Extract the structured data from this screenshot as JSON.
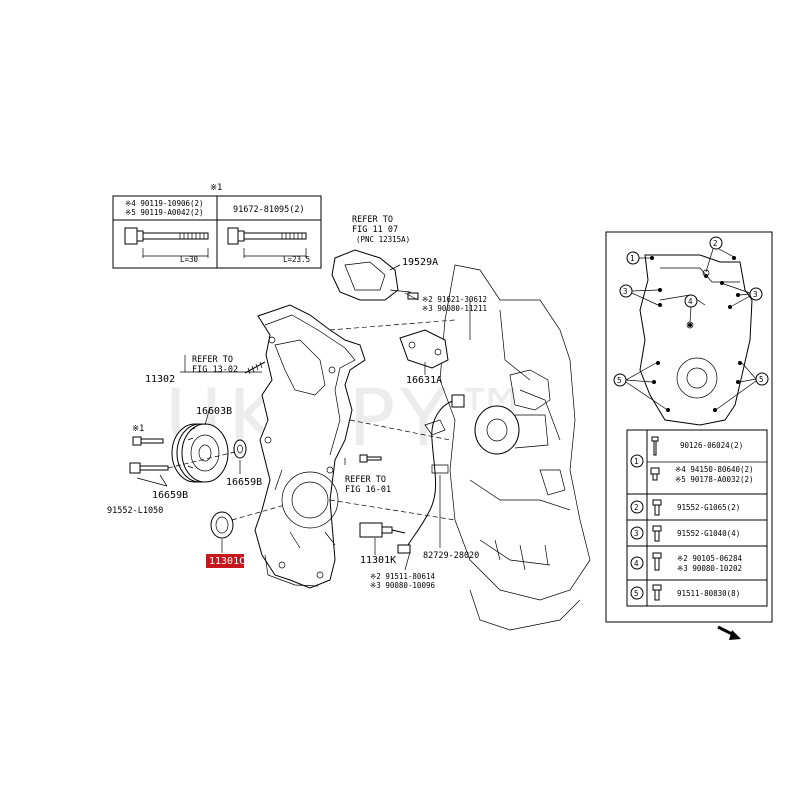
{
  "watermark": "UKOPY™",
  "top_table": {
    "star_mark": "※1",
    "left_header_1": "※4 90119-10906(2)",
    "left_header_2": "※5 90119-A0042(2)",
    "right_header": "91672-81095(2)",
    "left_length": "L=30",
    "right_length": "L=23.5"
  },
  "callouts": {
    "refer_fig11": [
      "REFER TO",
      "FIG 11 07",
      "(PNC 12315A)"
    ],
    "p19529a": "19529A",
    "p91621": "※2 91621-30612",
    "p90080_11211": "※3 90080-11211",
    "refer_fig13": [
      "REFER TO",
      "FIG 13-02"
    ],
    "p11302": "11302",
    "p16631a": "16631A",
    "p16603b": "16603B",
    "star1": "※1",
    "p16659b_a": "16659B",
    "p16659b_b": "16659B",
    "p91552_l1050": "91552-L1050",
    "refer_fig16": [
      "REFER TO",
      "FIG 16-01"
    ],
    "p82729": "82729-28020",
    "p11301k": "11301K",
    "p91511_80614": "※2 91511-80614",
    "p90080_10096": "※3 90080-10096",
    "p11301c": "11301C",
    "highlight_color": "#c8161e"
  },
  "legend": {
    "circle_marks": [
      "1",
      "2",
      "3",
      "3",
      "4",
      "5",
      "5"
    ],
    "rows": [
      {
        "num": "1",
        "lines": [
          "90126-06024(2)"
        ]
      },
      {
        "num": "",
        "lines": [
          "※4 94150-80640(2)",
          "※5 90178-A0032(2)"
        ]
      },
      {
        "num": "2",
        "lines": [
          "91552-G1065(2)"
        ]
      },
      {
        "num": "3",
        "lines": [
          "91552-G1040(4)"
        ]
      },
      {
        "num": "4",
        "lines": [
          "※2 90105-06284",
          "※3 90080-10202"
        ]
      },
      {
        "num": "5",
        "lines": [
          "91511-80830(8)"
        ]
      }
    ]
  }
}
